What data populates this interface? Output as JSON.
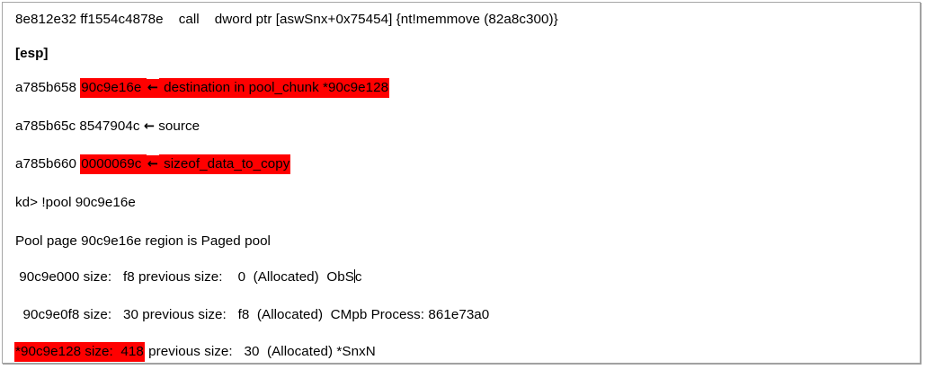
{
  "window": {
    "title": "Kernel debugger output excerpt",
    "border_color": "#a6a6a6",
    "background_color": "#ffffff",
    "highlight_color": "#ff0000",
    "text_color": "#000000"
  },
  "lines": [
    {
      "id": "disassembly",
      "segments": [
        {
          "type": "plain",
          "text": "8e812e32 ff1554c4878e    call    dword ptr [aswSnx+0x75454] {nt!memmove (82a8c300)}"
        }
      ]
    },
    {
      "id": "esp-label",
      "segments": [
        {
          "type": "bold",
          "text": "[esp]"
        }
      ]
    },
    {
      "id": "stack-destination",
      "segments": [
        {
          "type": "plain",
          "text": "a785b658 "
        },
        {
          "type": "highlight",
          "text": "90c9e16e "
        },
        {
          "type": "highlight-arrow",
          "text": "←"
        },
        {
          "type": "highlight",
          "text": " destination in pool_chunk *90c9e128"
        }
      ]
    },
    {
      "id": "stack-source",
      "segments": [
        {
          "type": "plain",
          "text": "a785b65c 8547904c "
        },
        {
          "type": "arrow",
          "text": "←"
        },
        {
          "type": "plain",
          "text": " source"
        }
      ]
    },
    {
      "id": "stack-size",
      "segments": [
        {
          "type": "plain",
          "text": "a785b660 "
        },
        {
          "type": "highlight",
          "text": "0000069c "
        },
        {
          "type": "highlight-arrow",
          "text": "←"
        },
        {
          "type": "highlight",
          "text": " sizeof_data_to_copy"
        }
      ]
    },
    {
      "id": "command-pool",
      "segments": [
        {
          "type": "plain",
          "text": "kd> !pool 90c9e16e"
        }
      ]
    },
    {
      "id": "pool-page-region",
      "segments": [
        {
          "type": "plain",
          "text": "Pool page 90c9e16e region is Paged pool"
        }
      ]
    },
    {
      "id": "pool-chunk-1",
      "segments": [
        {
          "type": "plain",
          "text": " 90c9e000 size:   f8 previous size:    0  (Allocated)  ObS"
        },
        {
          "type": "caret",
          "text": ""
        },
        {
          "type": "plain",
          "text": "c"
        }
      ]
    },
    {
      "id": "pool-chunk-2",
      "segments": [
        {
          "type": "plain",
          "text": "  90c9e0f8 size:   30 previous size:   f8  (Allocated)  CMpb Process: 861e73a0"
        }
      ]
    },
    {
      "id": "pool-chunk-3",
      "segments": [
        {
          "type": "highlight",
          "text": "*90c9e128 size:  418"
        },
        {
          "type": "plain",
          "text": " previous size:   30  (Allocated) *SnxN"
        }
      ]
    }
  ]
}
